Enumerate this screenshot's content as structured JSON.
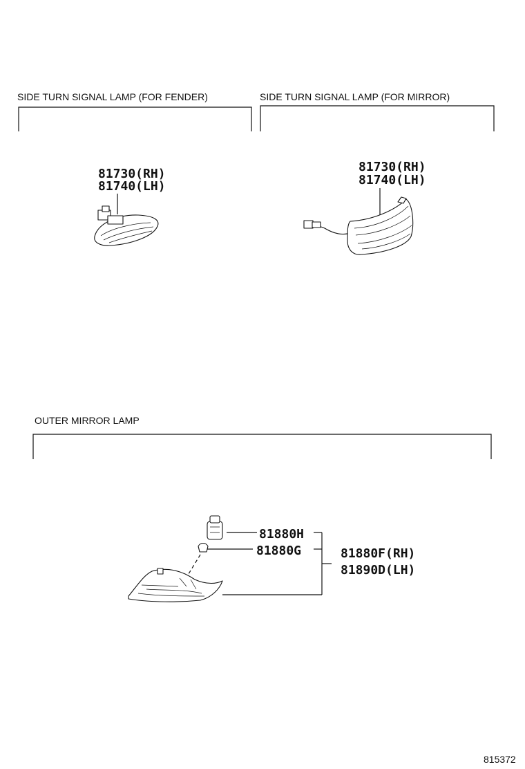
{
  "sections": {
    "fender": {
      "title": "SIDE TURN SIGNAL LAMP (FOR  FENDER)",
      "parts": [
        "81730(RH)",
        "81740(LH)"
      ]
    },
    "mirror": {
      "title": "SIDE TURN SIGNAL LAMP (FOR  MIRROR)",
      "parts": [
        "81730(RH)",
        "81740(LH)"
      ]
    },
    "outer_mirror": {
      "title": "OUTER MIRROR LAMP",
      "socket_part": "81880H",
      "bulb_part": "81880G",
      "assembly_parts": [
        "81880F(RH)",
        "81890D(LH)"
      ]
    }
  },
  "diagram_code": "815372"
}
